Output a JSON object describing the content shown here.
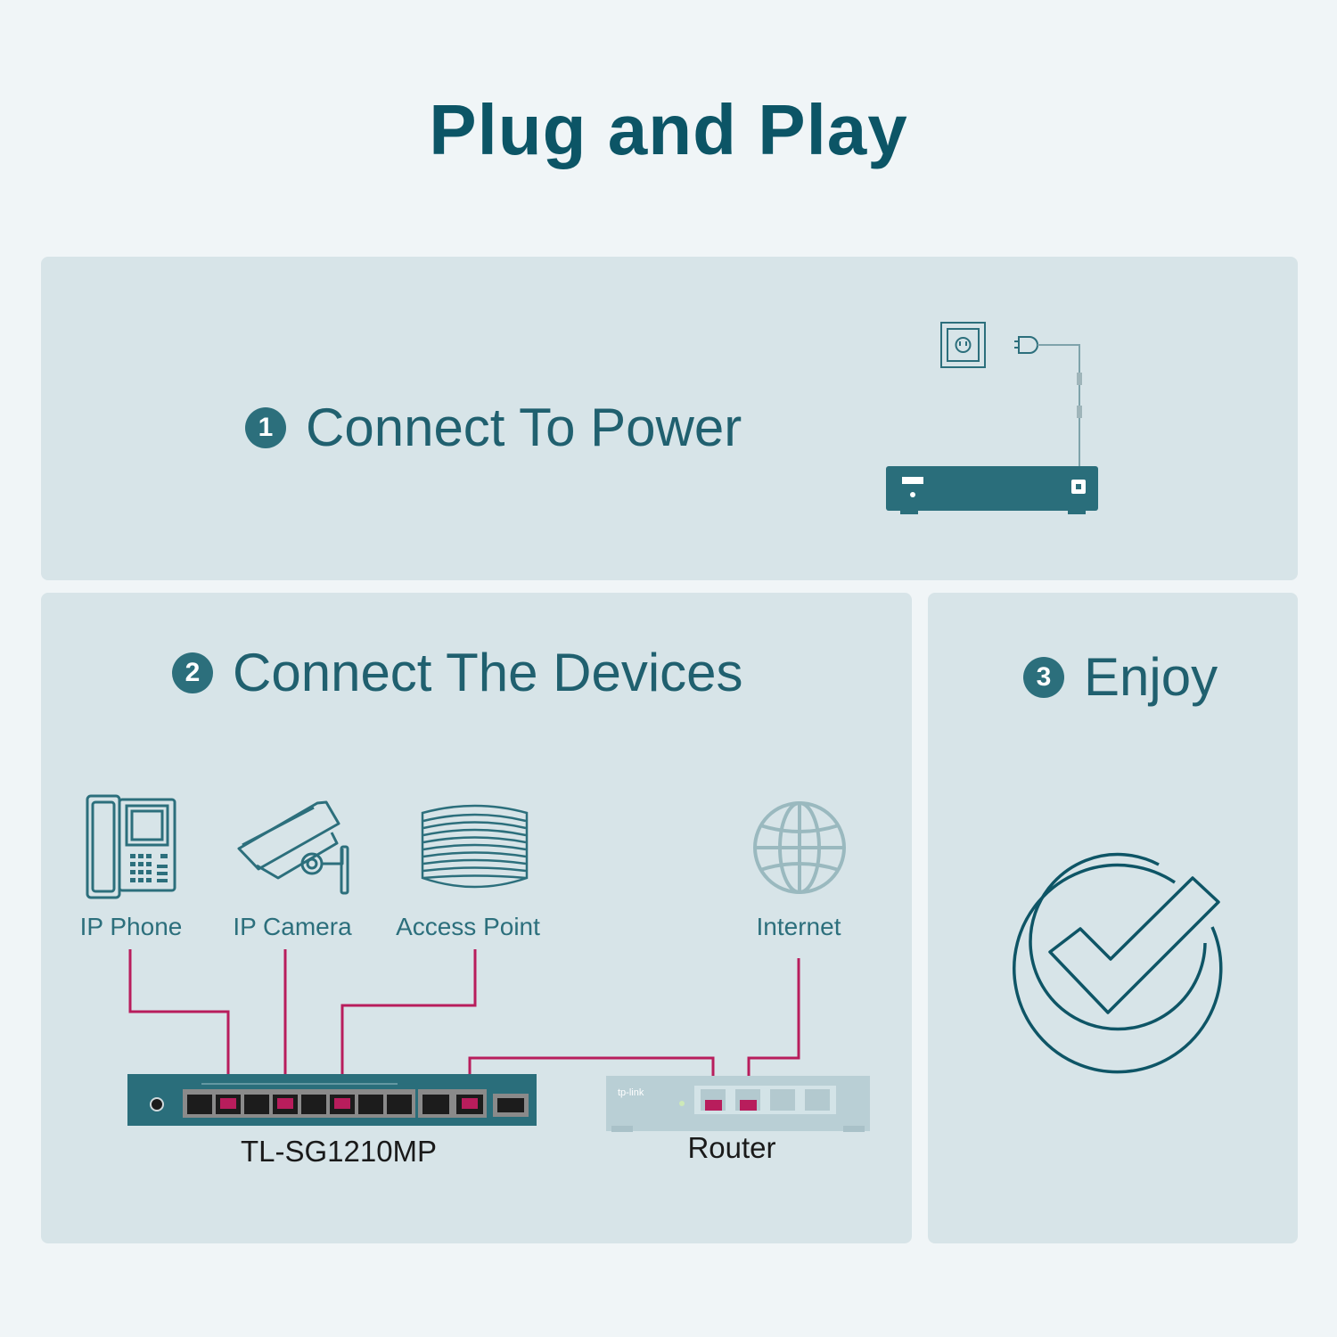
{
  "title": "Plug and Play",
  "steps": [
    {
      "number": "1",
      "label": "Connect To Power"
    },
    {
      "number": "2",
      "label": "Connect The Devices"
    },
    {
      "number": "3",
      "label": "Enjoy"
    }
  ],
  "devices": [
    "IP Phone",
    "IP Camera",
    "Access Point",
    "Internet"
  ],
  "switch_model": "TL-SG1210MP",
  "router_label": "Router",
  "router_brand": "tp-link",
  "colors": {
    "title": "#0c5566",
    "step_badge": "#2c6f7c",
    "panel": "#d7e4e8",
    "cable": "#b81d5c",
    "switch_body": "#2a6e7b",
    "router_body": "#b9cfd5"
  }
}
